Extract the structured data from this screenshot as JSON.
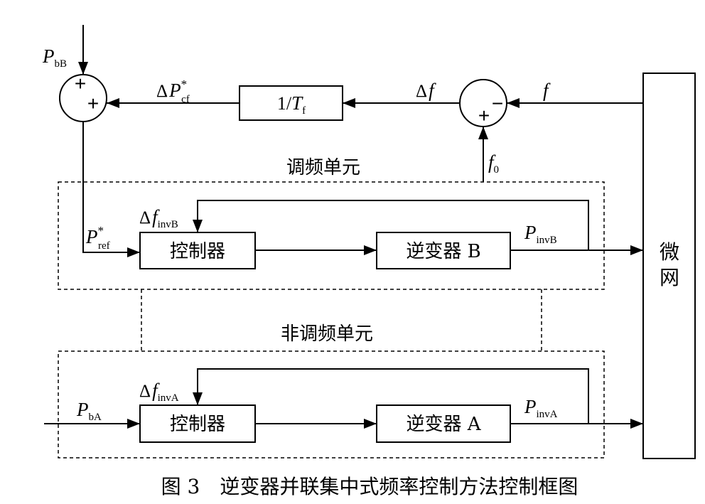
{
  "labels": {
    "p_bB": {
      "var": "P",
      "sub": "bB"
    },
    "delta_p_cf": {
      "prefix": "Δ",
      "var": "P",
      "sup": "*",
      "sub": "cf"
    },
    "delta_f": {
      "prefix": "Δ",
      "var": "f"
    },
    "f": {
      "var": "f"
    },
    "f0": {
      "var": "f",
      "sub": "0"
    },
    "p_ref": {
      "var": "P",
      "sup": "*",
      "sub": "ref"
    },
    "delta_f_invB": {
      "prefix": "Δ",
      "var": "f",
      "sub": "invB"
    },
    "p_invB": {
      "var": "P",
      "sub": "invB"
    },
    "p_bA": {
      "var": "P",
      "sub": "bA"
    },
    "delta_f_invA": {
      "prefix": "Δ",
      "var": "f",
      "sub": "invA"
    },
    "p_invA": {
      "var": "P",
      "sub": "invA"
    }
  },
  "summing_junction_1": {
    "sign_top": "+",
    "sign_right": "+"
  },
  "summing_junction_2": {
    "sign_right": "−",
    "sign_bottom": "+"
  },
  "blocks": {
    "filter": {
      "text": "1/",
      "var": "T",
      "sub": "f"
    },
    "controller_b": "控制器",
    "inverter_b": "逆变器 B",
    "controller_a": "控制器",
    "inverter_a": "逆变器 A",
    "microgrid": [
      "微",
      "网"
    ]
  },
  "groups": {
    "regulating_unit": "调频单元",
    "non_regulating_unit": "非调频单元"
  },
  "caption": "图 3　逆变器并联集中式频率控制方法控制框图"
}
